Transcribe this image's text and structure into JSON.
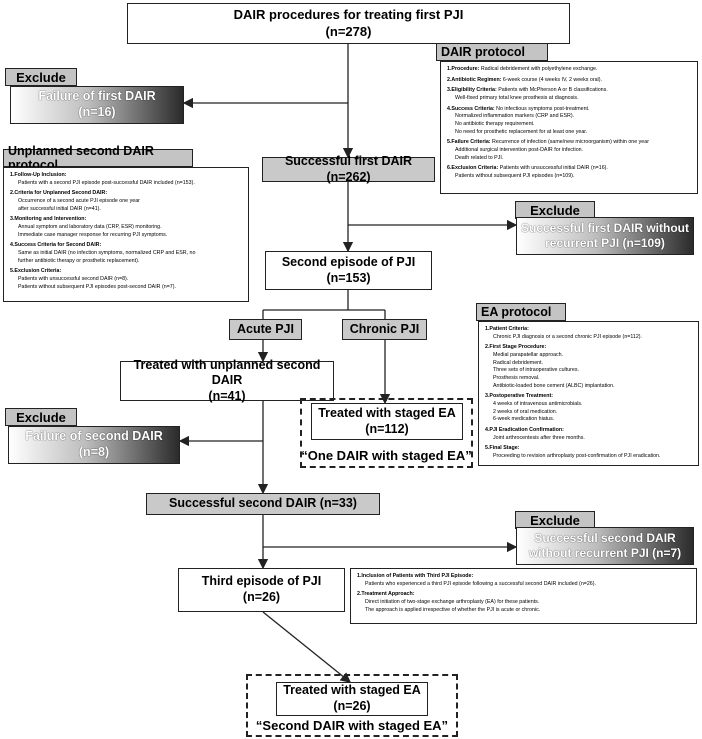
{
  "top": {
    "line1": "DAIR procedures for treating first PJI",
    "line2": "(n=278)"
  },
  "exclude_label": "Exclude",
  "fail_first": {
    "line1": "Failure of first DAIR",
    "line2": "(n=16)"
  },
  "success_first": {
    "line1": "Successful first DAIR (n=262)"
  },
  "no_recur_first": {
    "line1": "Successful first DAIR without",
    "line2": "recurrent PJI (n=109)"
  },
  "second_episode": {
    "line1": "Second episode of PJI",
    "line2": "(n=153)"
  },
  "acute": "Acute PJI",
  "chronic": "Chronic PJI",
  "unplanned_second": {
    "line1": "Treated with unplanned second DAIR",
    "line2": "(n=41)"
  },
  "staged_ea_1": {
    "line1": "Treated with staged EA",
    "line2": "(n=112)",
    "quote": "“One DAIR with staged EA”"
  },
  "fail_second": {
    "line1": "Failure of second DAIR",
    "line2": "(n=8)"
  },
  "success_second": {
    "line1": "Successful second DAIR (n=33)"
  },
  "no_recur_second": {
    "line1": "Successful second DAIR",
    "line2": "without recurrent PJI (n=7)"
  },
  "third_episode": {
    "line1": "Third episode of PJI",
    "line2": "(n=26)"
  },
  "staged_ea_2": {
    "line1": "Treated with staged EA",
    "line2": "(n=26)",
    "quote": "“Second DAIR with staged EA”"
  },
  "dair_protocol": {
    "title": "DAIR protocol",
    "items": [
      {
        "h": "1.Procedure:",
        "t": "Radical debridement with polyethylene exchange.",
        "lines": []
      },
      {
        "h": "2.Antibiotic Regimen:",
        "t": "6-week course (4 weeks IV, 2 weeks oral).",
        "lines": []
      },
      {
        "h": "3.Eligibility Criteria:",
        "t": "Patients with McPherson A or B classifications.",
        "lines": [
          "Well-fixed primary total knee prosthesis at diagnosis."
        ]
      },
      {
        "h": "4.Success Criteria:",
        "t": "No infectious symptoms post-treatment.",
        "lines": [
          "Normalized inflammation markers (CRP and ESR).",
          "No antibiotic therapy requirement.",
          "No need for prosthetic replacement for at least one year."
        ]
      },
      {
        "h": "5.Failure Criteria:",
        "t": "Recurrence of infection (same/new microorganism) within one year",
        "lines": [
          "Additional surgical intervention post-DAIR for infection.",
          "Death related to PJI."
        ]
      },
      {
        "h": "6.Exclusion Criteria:",
        "t": "Patients with unsuccessful initial DAIR (n=16).",
        "lines": [
          "Patients without subsequent PJI episodes (n=109)."
        ]
      }
    ]
  },
  "unplanned_protocol": {
    "title": "Unplanned second DAIR protocol",
    "items": [
      {
        "h": "1.Follow-Up Inclusion:",
        "t": "",
        "lines": [
          "Patients with a second PJI episode post-successful DAIR included (n=153)."
        ]
      },
      {
        "h": "2.Criteria for Unplanned Second DAIR:",
        "t": "",
        "lines": [
          "Occurrence of a second acute PJI episode one year",
          "after successful initial DAIR (n=41)."
        ]
      },
      {
        "h": "3.Monitoring and Intervention:",
        "t": "",
        "lines": [
          "Annual symptom and laboratory data (CRP, ESR) monitoring.",
          "Immediate case manager response for recurring PJI symptoms."
        ]
      },
      {
        "h": "4.Success Criteria for Second DAIR:",
        "t": "",
        "lines": [
          "Same as initial DAIR (no infection symptoms, normalized CRP and ESR, no",
          "further antibiotic therapy or prosthetic replacement)."
        ]
      },
      {
        "h": "5.Exclusion Criteria:",
        "t": "",
        "lines": [
          "Patients with unsuccessful second DAIR (n=8).",
          "Patients without subsequent PJI episodes post-second DAIR (n=7)."
        ]
      }
    ]
  },
  "ea_protocol": {
    "title": "EA protocol",
    "items": [
      {
        "h": "1.Patient Criteria:",
        "t": "",
        "lines": [
          "Chronic PJI diagnosis or a second chronic PJI episode (n=112)."
        ]
      },
      {
        "h": "2.First Stage Procedure:",
        "t": "",
        "lines": [
          "Medial parapatellar approach.",
          "Radical debridement.",
          "Three sets of intraoperative cultures.",
          "Prosthesis removal.",
          "Antibiotic-loaded bone cement (ALBC) implantation."
        ]
      },
      {
        "h": "3.Postoperative Treatment:",
        "t": "",
        "lines": [
          "4 weeks of intravenous antimicrobials.",
          "2 weeks of oral medication.",
          "6-week medication hiatus."
        ]
      },
      {
        "h": "4.PJI Eradication Confirmation:",
        "t": "",
        "lines": [
          "Joint arthrocentesis after three months."
        ]
      },
      {
        "h": "5.Final Stage:",
        "t": "",
        "lines": [
          "Proceeding to revision arthroplasty post-confirmation of PJI eradication."
        ]
      }
    ]
  },
  "third_protocol": {
    "items": [
      {
        "h": "1.Inclusion of Patients with Third PJI Episode:",
        "t": "",
        "lines": [
          "Patients who experienced a third PJI episode following a successful second DAIR included (n=26)."
        ]
      },
      {
        "h": "2.Treatment Approach:",
        "t": "",
        "lines": [
          "Direct initiation of two-stage exchange arthroplasty (EA) for these patients.",
          "The approach is applied irrespective of whether the PJI is acute or chronic."
        ]
      }
    ]
  }
}
